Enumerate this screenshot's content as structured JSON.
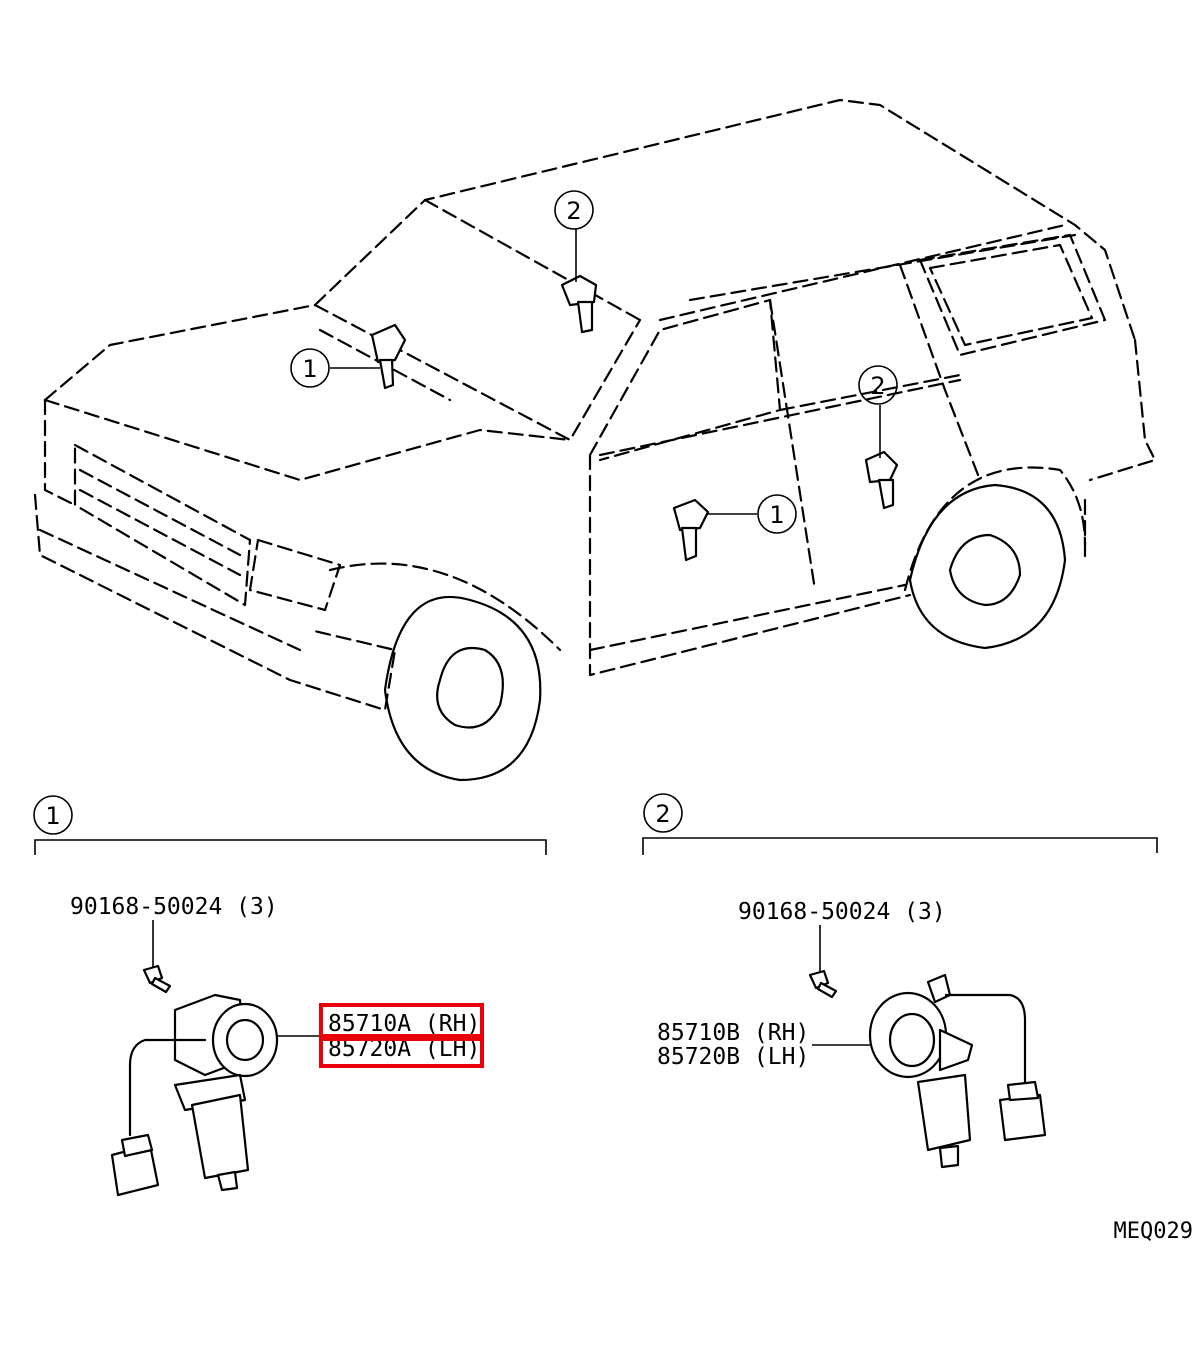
{
  "diagram_code": "MEQ029",
  "callouts": {
    "one": "1",
    "two": "2"
  },
  "section_1": {
    "number": "1",
    "screw_part": "90168-50024 (3)",
    "motor_rh": "85710A (RH)",
    "motor_lh": "85720A (LH)"
  },
  "section_2": {
    "number": "2",
    "screw_part": "90168-50024 (3)",
    "motor_rh": "85710B (RH)",
    "motor_lh": "85720B (LH)"
  },
  "highlight_color": "#e8000b"
}
